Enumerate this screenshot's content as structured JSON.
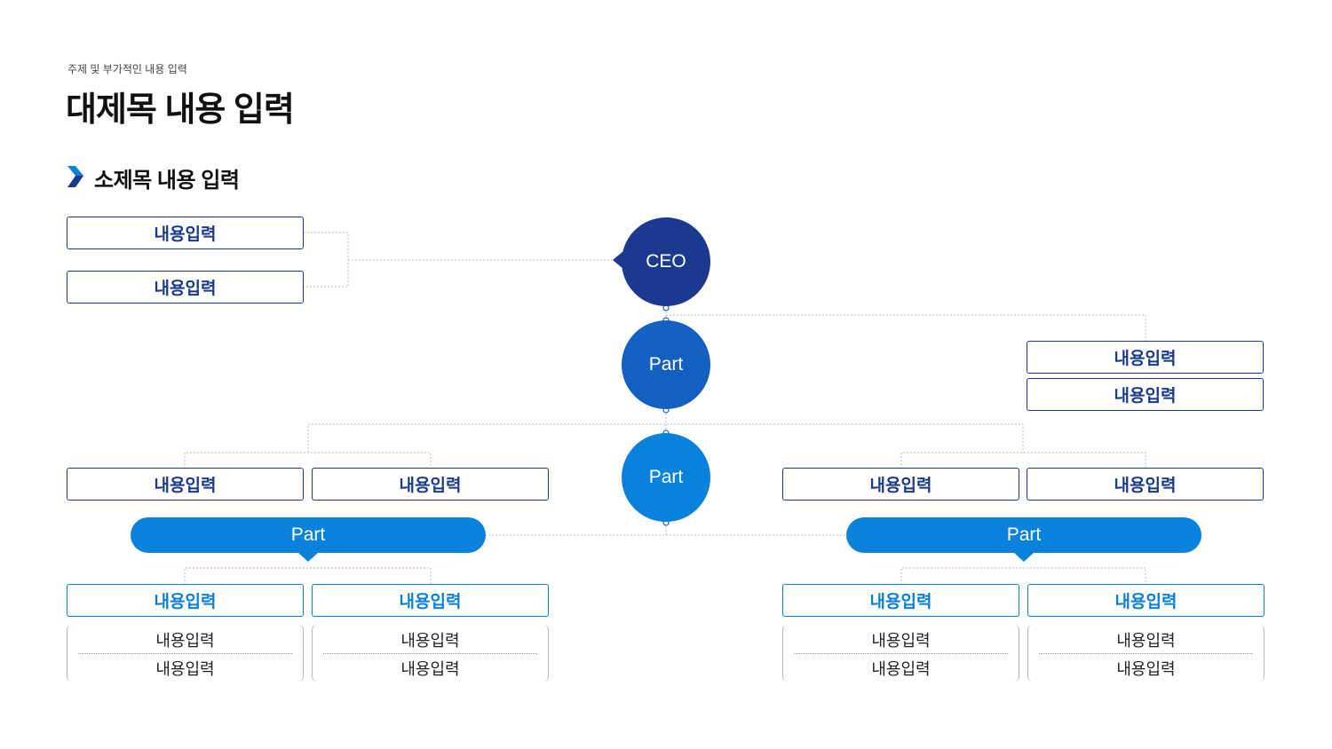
{
  "header": {
    "supertitle": "주제 및 부가적인 내용 입력",
    "title": "대제목 내용 입력",
    "subtitle": "소제목 내용 입력"
  },
  "colors": {
    "navy": "#1b3a8f",
    "mid_blue": "#1460c2",
    "bright_blue": "#0a82dc"
  },
  "nodes": {
    "ceo": "CEO",
    "part_upper": "Part",
    "part_lower": "Part",
    "part_left": "Part",
    "part_right": "Part"
  },
  "ceo_advisors": [
    "내용입력",
    "내용입력"
  ],
  "right_staff": [
    "내용입력",
    "내용입력"
  ],
  "left_upper": [
    "내용입력",
    "내용입력"
  ],
  "right_upper": [
    "내용입력",
    "내용입력"
  ],
  "left_lower": [
    "내용입력",
    "내용입력"
  ],
  "right_lower": [
    "내용입력",
    "내용입력"
  ],
  "lists": [
    [
      "내용입력",
      "내용입력"
    ],
    [
      "내용입력",
      "내용입력"
    ],
    [
      "내용입력",
      "내용입력"
    ],
    [
      "내용입력",
      "내용입력"
    ]
  ]
}
